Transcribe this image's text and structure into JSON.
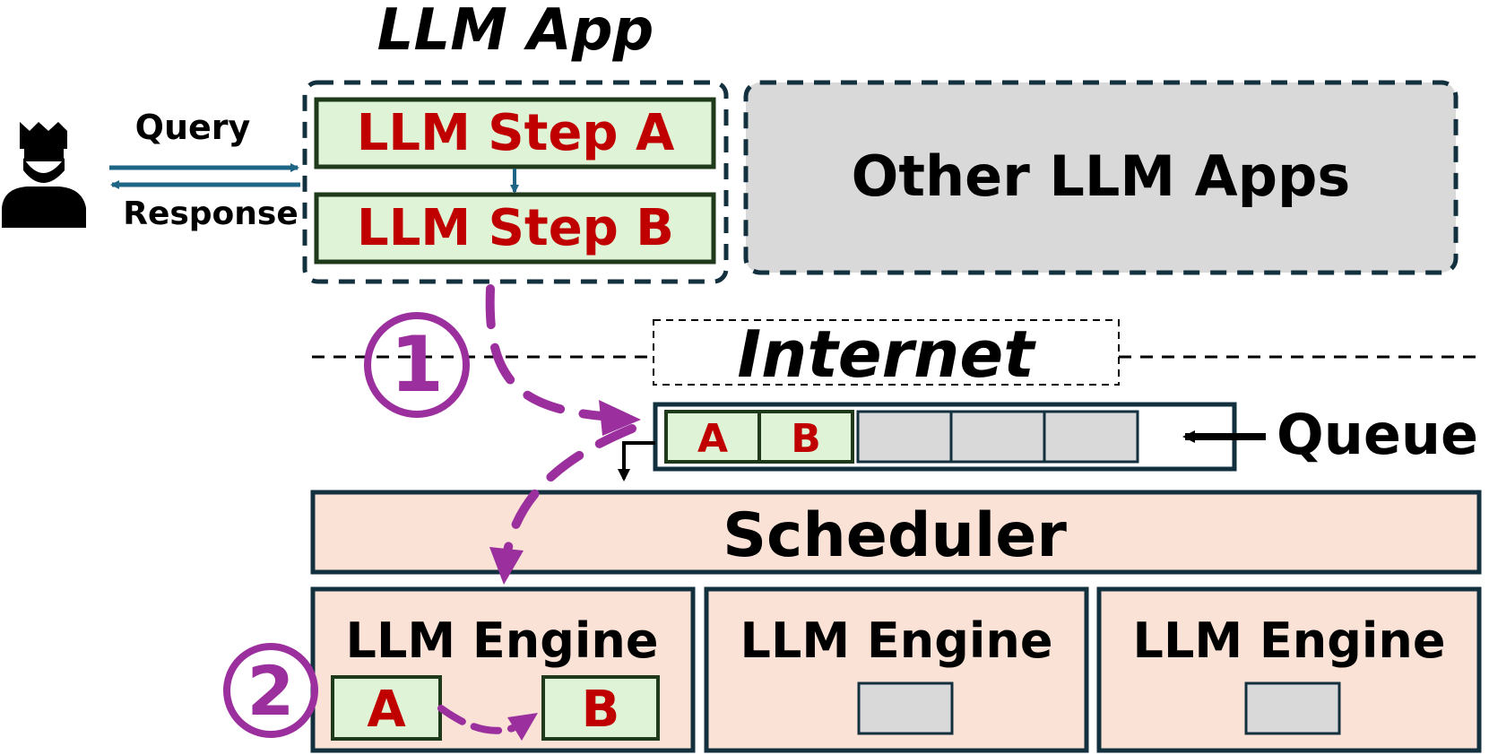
{
  "title": "LLM App",
  "user": {
    "icon": "user-crown-icon"
  },
  "arrows": {
    "query": "Query",
    "response": "Response"
  },
  "app": {
    "steps": [
      {
        "label": "LLM Step A"
      },
      {
        "label": "LLM Step B"
      }
    ]
  },
  "other_apps": {
    "label": "Other LLM Apps"
  },
  "internet": {
    "label": "Internet"
  },
  "queue": {
    "label": "Queue",
    "slots": [
      "A",
      "B",
      "",
      "",
      ""
    ]
  },
  "scheduler": {
    "label": "Scheduler"
  },
  "engines": [
    {
      "label": "LLM Engine",
      "slots": [
        "A",
        "B"
      ]
    },
    {
      "label": "LLM Engine",
      "slots": [
        ""
      ]
    },
    {
      "label": "LLM Engine",
      "slots": [
        ""
      ]
    }
  ],
  "markers": {
    "one": "1",
    "two": "2"
  },
  "colors": {
    "step_fill": "#dff3d6",
    "step_border": "#1f3a1a",
    "step_text": "#c00000",
    "frame_border": "#13303f",
    "other_fill": "#d9d9d9",
    "scheduler_fill": "#fbe2d6",
    "arrow_blue": "#1f6585",
    "purple": "#9b2f9d",
    "slot_gray": "#d9d9d9"
  }
}
